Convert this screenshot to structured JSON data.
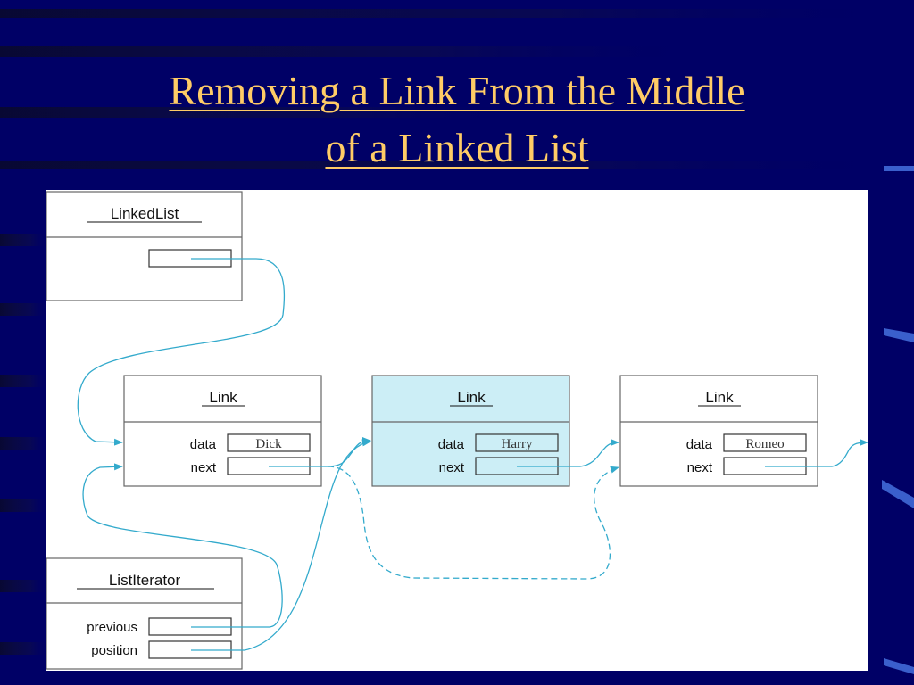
{
  "title": {
    "line1": "Removing a Link From the Middle",
    "line2": "of a Linked List"
  },
  "diagram": {
    "linked_list": {
      "label": "LinkedList"
    },
    "links": [
      {
        "label": "Link",
        "data_label": "data",
        "next_label": "next",
        "value": "Dick",
        "highlighted": false
      },
      {
        "label": "Link",
        "data_label": "data",
        "next_label": "next",
        "value": "Harry",
        "highlighted": true
      },
      {
        "label": "Link",
        "data_label": "data",
        "next_label": "next",
        "value": "Romeo",
        "highlighted": false
      }
    ],
    "list_iterator": {
      "label": "ListIterator",
      "previous_label": "previous",
      "position_label": "position"
    }
  },
  "colors": {
    "background": "#000066",
    "title": "#FFCC66",
    "arrow": "#33AACC",
    "highlight_fill": "#CCEEF6"
  }
}
